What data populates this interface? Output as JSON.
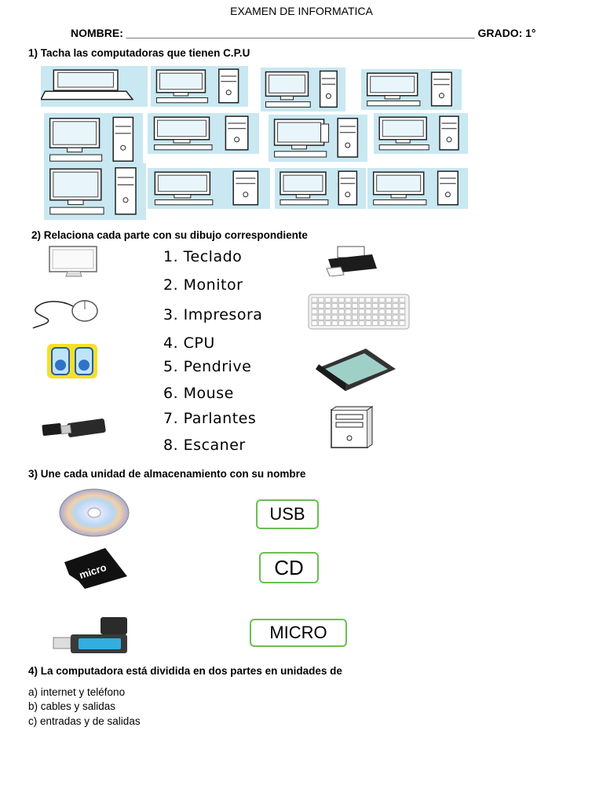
{
  "header": {
    "title": "EXAMEN DE INFORMATICA",
    "name_label": "NOMBRE:",
    "name_line": "_________________________________________________________",
    "grade_label": "GRADO: 1°"
  },
  "q1": {
    "text": "1) Tacha las computadoras que tienen C.P.U",
    "images": [
      "laptop",
      "desktop-cpu",
      "desktop-cpu",
      "desktop-cpu",
      "desktop-cpu",
      "desktop-cpu",
      "crt-desktop",
      "desktop-cpu",
      "desktop-cpu",
      "desktop-cpu",
      "desktop-cpu",
      "desktop-cpu"
    ]
  },
  "q2": {
    "text": "2) Relaciona cada parte con su dibujo correspondiente",
    "items": [
      "1. Teclado",
      "2. Monitor",
      "3. Impresora",
      "4.  CPU",
      "5. Pendrive",
      "6. Mouse",
      "7. Parlantes",
      "8. Escaner"
    ],
    "left_icons": [
      "monitor-icon",
      "mouse-icon",
      "speakers-icon",
      "usb-drive-icon"
    ],
    "right_icons": [
      "printer-icon",
      "keyboard-icon",
      "scanner-icon",
      "cpu-tower-icon"
    ]
  },
  "q3": {
    "text": "3) Une cada unidad de almacenamiento con su nombre",
    "labels": [
      "USB",
      "CD",
      "MICRO"
    ],
    "icons": [
      "cd-icon",
      "microsd-icon",
      "usb-stick-icon"
    ]
  },
  "q4": {
    "text": "4) La computadora está dividida en dos partes en unidades de",
    "options": [
      "a) internet y  teléfono",
      "b) cables  y  salidas",
      "c) entradas y de salidas"
    ]
  },
  "colors": {
    "panel": "#c9e8f2",
    "label_border": "#6bbf52"
  }
}
